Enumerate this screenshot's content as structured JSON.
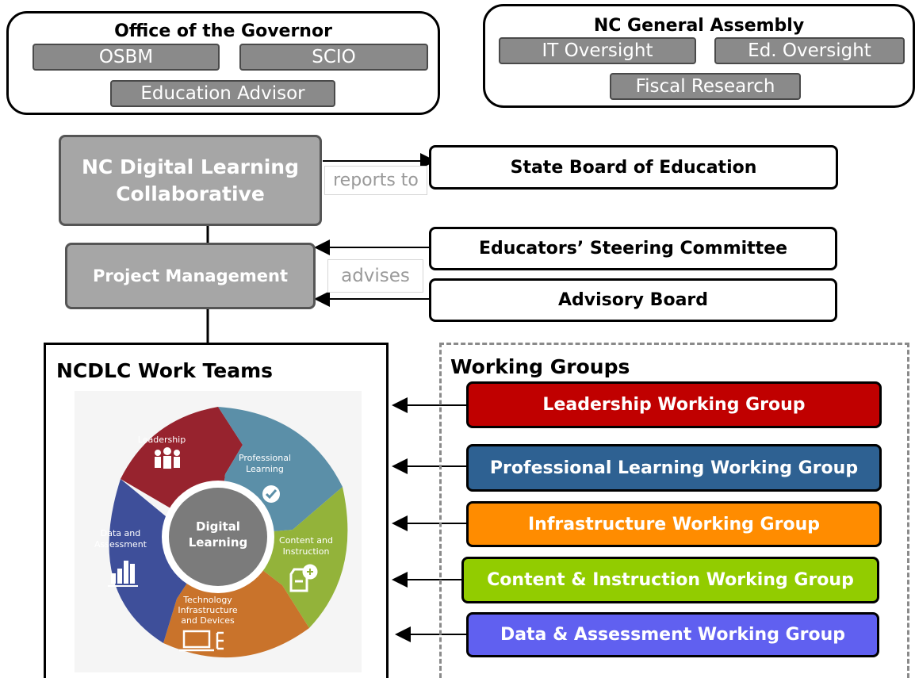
{
  "governor": {
    "title": "Office of the Governor",
    "tabs": [
      "OSBM",
      "SCIO",
      "Education Advisor"
    ]
  },
  "assembly": {
    "title": "NC General Assembly",
    "tabs": [
      "IT Oversight",
      "Ed. Oversight",
      "Fiscal Research"
    ]
  },
  "collaborative": {
    "label_line1": "NC Digital Learning",
    "label_line2": "Collaborative"
  },
  "reports_to": "reports to",
  "state_board": "State Board of Education",
  "project_management": "Project Management",
  "advises": "advises",
  "steering_committee": "Educators’ Steering Committee",
  "advisory_board": "Advisory Board",
  "work_teams": {
    "title": "NCDLC Work Teams",
    "center_line1": "Digital",
    "center_line2": "Learning",
    "segments": {
      "leadership": "Leadership",
      "professional_1": "Professional",
      "professional_2": "Learning",
      "content_1": "Content and",
      "content_2": "Instruction",
      "tech_1": "Technology",
      "tech_2": "Infrastructure",
      "tech_3": "and Devices",
      "data_1": "Data and",
      "data_2": "Assessment"
    },
    "segment_colors": {
      "leadership": "#97232e",
      "professional": "#5b8fa8",
      "content": "#93b33a",
      "tech": "#c9732b",
      "data": "#3e4f9a",
      "center": "#7b7b7b"
    }
  },
  "working_groups": {
    "title": "Working Groups",
    "items": [
      {
        "label": "Leadership Working Group",
        "color": "#c00000"
      },
      {
        "label": "Professional Learning Working Group",
        "color": "#2e6192"
      },
      {
        "label": "Infrastructure Working Group",
        "color": "#ff8c00"
      },
      {
        "label": "Content & Instruction Working Group",
        "color": "#92cc00"
      },
      {
        "label": "Data & Assessment Working Group",
        "color": "#6060f0"
      }
    ]
  }
}
